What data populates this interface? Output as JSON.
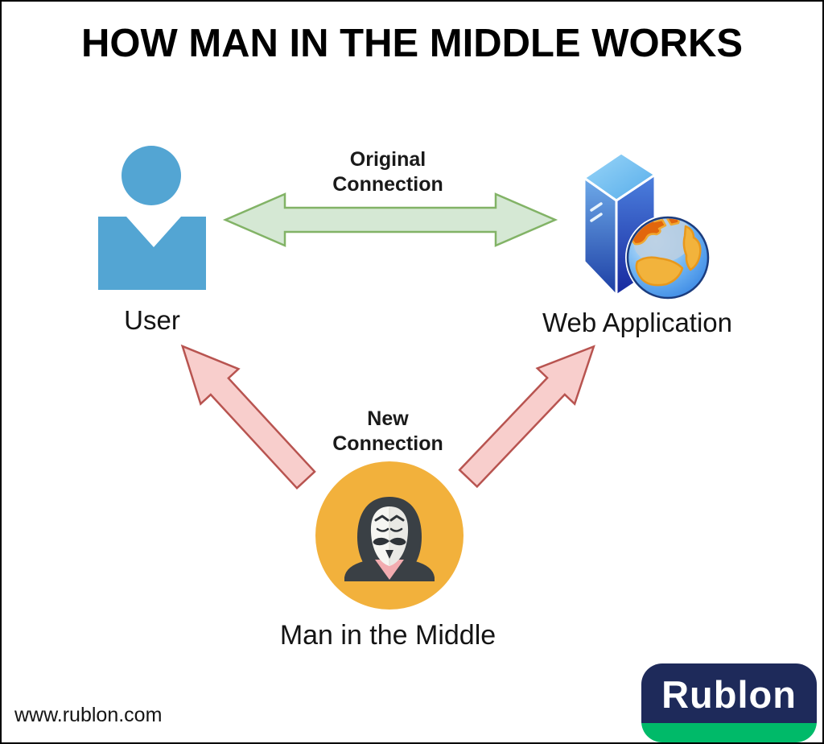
{
  "title": "HOW MAN IN THE MIDDLE WORKS",
  "nodes": {
    "user": {
      "label": "User",
      "icon": "user-icon",
      "color": "#53A5D3"
    },
    "web_application": {
      "label": "Web Application",
      "icon": "server-globe-icon",
      "colors": {
        "server_light": "#9AD6F8",
        "server_dark": "#17289E",
        "globe_ocean": "#2B7BE0",
        "globe_land": "#F2B33C",
        "globe_land_alt": "#E2660C"
      }
    },
    "man_in_the_middle": {
      "label": "Man in the Middle",
      "icon": "hacker-mask-icon",
      "colors": {
        "circle": "#F2B13C",
        "hood": "#3A4045",
        "mask": "#F6F6F2",
        "collar": "#F2ACB0"
      }
    }
  },
  "connections": {
    "original": {
      "lines": [
        "Original",
        "Connection"
      ],
      "from": "User",
      "to": "Web Application",
      "style": "double-headed-arrow",
      "fill": "#D5E8D4",
      "stroke": "#82B366"
    },
    "new": {
      "lines": [
        "New",
        "Connection"
      ],
      "from": "Man in the Middle",
      "to": "User and Web Application",
      "style": "two-single-arrows",
      "fill": "#F8CECC",
      "stroke": "#B85450"
    }
  },
  "footer": {
    "website": "www.rublon.com",
    "logo": {
      "text": "Rublon",
      "bg": "#1E2A5A",
      "accent": "#00BA69"
    }
  }
}
